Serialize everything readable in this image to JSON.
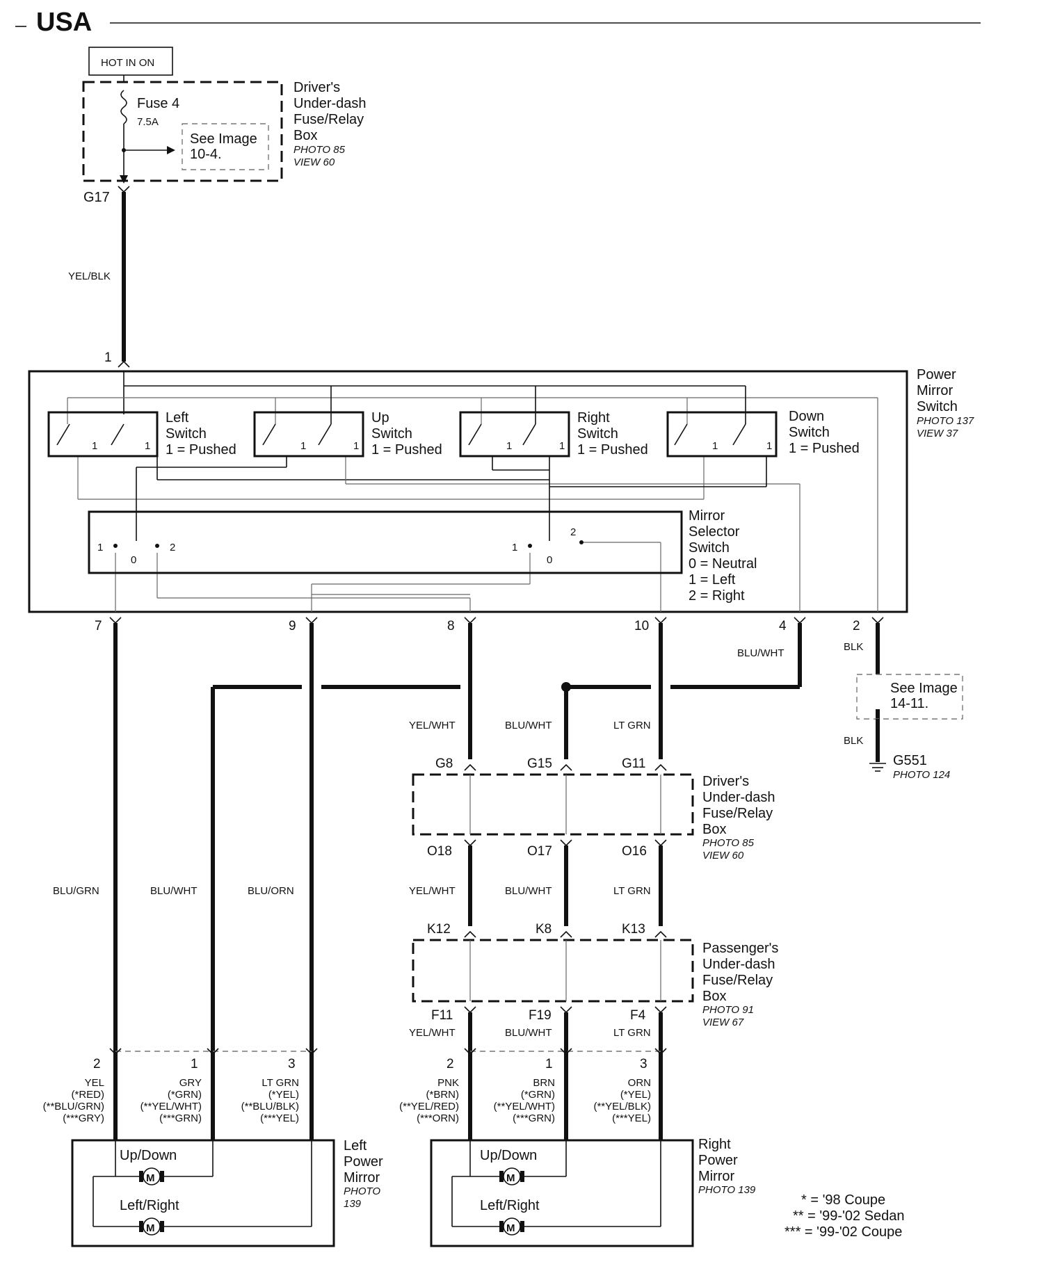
{
  "title": "USA",
  "hot_in_on": "HOT IN ON",
  "fuse": {
    "name": "Fuse 4",
    "rating": "7.5A"
  },
  "see_image_1": {
    "line1": "See Image",
    "line2": "10-4."
  },
  "driver_box_top": {
    "l1": "Driver's",
    "l2": "Under-dash",
    "l3": "Fuse/Relay",
    "l4": "Box",
    "photo": "PHOTO 85",
    "view": "VIEW 60"
  },
  "connector_g17": "G17",
  "wire_yelblk": "YEL/BLK",
  "pin_1": "1",
  "power_mirror_switch": {
    "l1": "Power",
    "l2": "Mirror",
    "l3": "Switch",
    "photo": "PHOTO 137",
    "view": "VIEW 37"
  },
  "switches": [
    {
      "name1": "Left",
      "name2": "Switch",
      "pushed": "1 = Pushed"
    },
    {
      "name1": "Up",
      "name2": "Switch",
      "pushed": "1 = Pushed"
    },
    {
      "name1": "Right",
      "name2": "Switch",
      "pushed": "1 = Pushed"
    },
    {
      "name1": "Down",
      "name2": "Switch",
      "pushed": "1 = Pushed"
    }
  ],
  "contact_one": "1",
  "selector": {
    "l1": "Mirror",
    "l2": "Selector",
    "l3": "Switch",
    "s0": "0 = Neutral",
    "s1": "1 = Left",
    "s2": "2 = Right",
    "p0": "0",
    "p1": "1",
    "p2": "2"
  },
  "out_pins": [
    "7",
    "9",
    "8",
    "10",
    "4",
    "2"
  ],
  "wire_bluwht_4": "BLU/WHT",
  "blk_top": "BLK",
  "see_image_2": {
    "line1": "See Image",
    "line2": "14-11."
  },
  "blk_bottom": "BLK",
  "ground": {
    "name": "G551",
    "photo": "PHOTO 124"
  },
  "wires_mid": [
    "YEL/WHT",
    "BLU/WHT",
    "LT GRN"
  ],
  "conn_g": [
    "G8",
    "G15",
    "G11"
  ],
  "driver_box_mid": {
    "l1": "Driver's",
    "l2": "Under-dash",
    "l3": "Fuse/Relay",
    "l4": "Box",
    "photo": "PHOTO 85",
    "view": "VIEW 60"
  },
  "conn_o": [
    "O18",
    "O17",
    "O16"
  ],
  "wires_left": [
    "BLU/GRN",
    "BLU/WHT",
    "BLU/ORN"
  ],
  "wires_mid2": [
    "YEL/WHT",
    "BLU/WHT",
    "LT GRN"
  ],
  "conn_k": [
    "K12",
    "K8",
    "K13"
  ],
  "passenger_box": {
    "l1": "Passenger's",
    "l2": "Under-dash",
    "l3": "Fuse/Relay",
    "l4": "Box",
    "photo": "PHOTO 91",
    "view": "VIEW 67"
  },
  "conn_f": [
    "F11",
    "F19",
    "F4"
  ],
  "wires_mid3": [
    "YEL/WHT",
    "BLU/WHT",
    "LT GRN"
  ],
  "mirror_pins": [
    "2",
    "1",
    "3"
  ],
  "left_mirror_wires": [
    [
      "YEL",
      "(*RED)",
      "(**BLU/GRN)",
      "(***GRY)"
    ],
    [
      "GRY",
      "(*GRN)",
      "(**YEL/WHT)",
      "(***GRN)"
    ],
    [
      "LT GRN",
      "(*YEL)",
      "(**BLU/BLK)",
      "(***YEL)"
    ]
  ],
  "right_mirror_wires": [
    [
      "PNK",
      "(*BRN)",
      "(**YEL/RED)",
      "(***ORN)"
    ],
    [
      "BRN",
      "(*GRN)",
      "(**YEL/WHT)",
      "(***GRN)"
    ],
    [
      "ORN",
      "(*YEL)",
      "(**YEL/BLK)",
      "(***YEL)"
    ]
  ],
  "motor_updown": "Up/Down",
  "motor_leftright": "Left/Right",
  "motor_m": "M",
  "left_mirror": {
    "l1": "Left",
    "l2": "Power",
    "l3": "Mirror",
    "photo": "PHOTO",
    "photo_num": "139"
  },
  "right_mirror": {
    "l1": "Right",
    "l2": "Power",
    "l3": "Mirror",
    "photo": "PHOTO 139"
  },
  "legend": [
    "* = '98 Coupe",
    "** = '99-'02 Sedan",
    "*** = '99-'02 Coupe"
  ]
}
